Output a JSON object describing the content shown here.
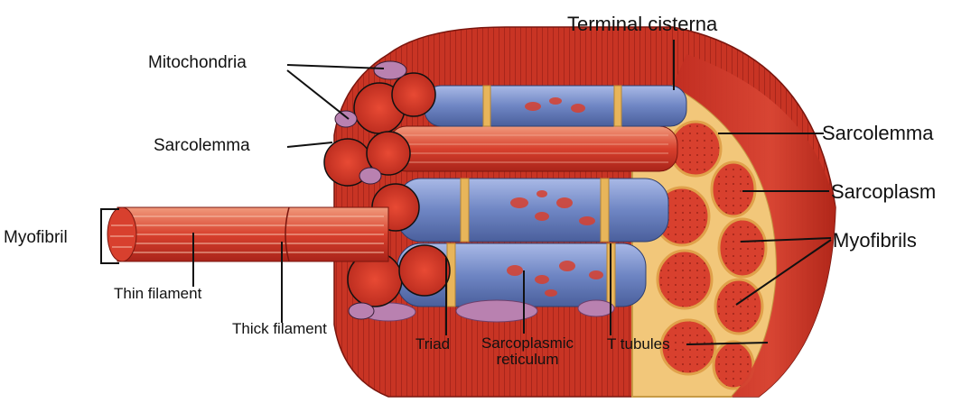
{
  "labels": {
    "terminal_cisterna": "Terminal cisterna",
    "mitochondria": "Mitochondria",
    "sarcolemma_left": "Sarcolemma",
    "myofibril": "Myofibril",
    "thin_filament": "Thin filament",
    "thick_filament": "Thick filament",
    "triad": "Triad",
    "sarcoplasmic_line1": "Sarcoplasmic",
    "sarcoplasmic_line2": "reticulum",
    "t_tubules": "T tubules",
    "sarcolemma_right": "Sarcolemma",
    "sarcoplasm": "Sarcoplasm",
    "myofibrils_right": "Myofibrils"
  },
  "colors": {
    "muscle_red": "#d63a2a",
    "muscle_dark": "#a8241a",
    "muscle_stripe": "#f07a5c",
    "sarcoplasm": "#f2c77a",
    "reticulum_blue": "#6f86c4",
    "reticulum_light": "#a9b9e6",
    "mitochondria": "#9c6a9c",
    "mitochondria_light": "#d6a6cc",
    "line": "#111111"
  },
  "icons": {
    "leader_endpoint": "dot"
  }
}
